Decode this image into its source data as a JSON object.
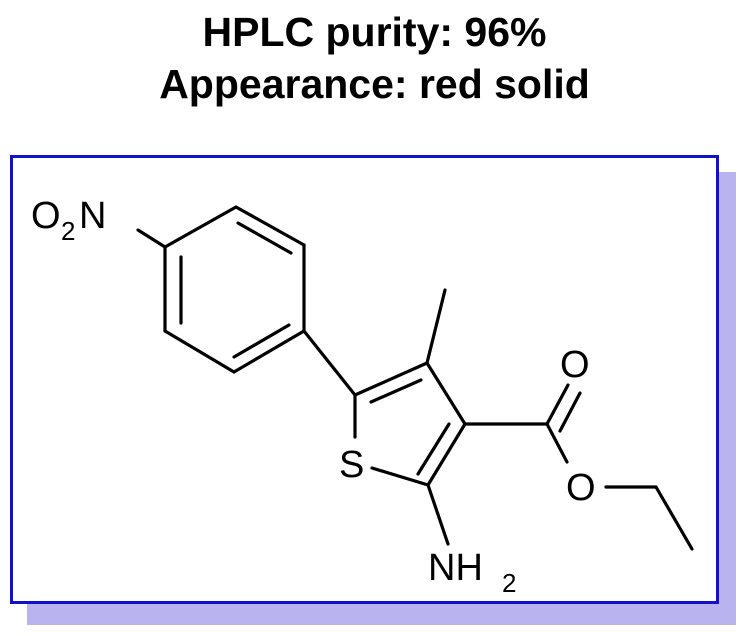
{
  "header": {
    "purity": "HPLC purity: 96%",
    "appearance": "Appearance: red solid"
  },
  "structure": {
    "atoms": {
      "o2n_o": "O",
      "o2n_sub": "2",
      "o2n_n": "N",
      "sulfur": "S",
      "carbonyl_o": "O",
      "ester_o": "O",
      "amine_n": "NH",
      "amine_sub": "2"
    }
  },
  "colors": {
    "frame_border": "#1111cc",
    "frame_shadow": "#b9b3f0",
    "bond": "#000000"
  }
}
